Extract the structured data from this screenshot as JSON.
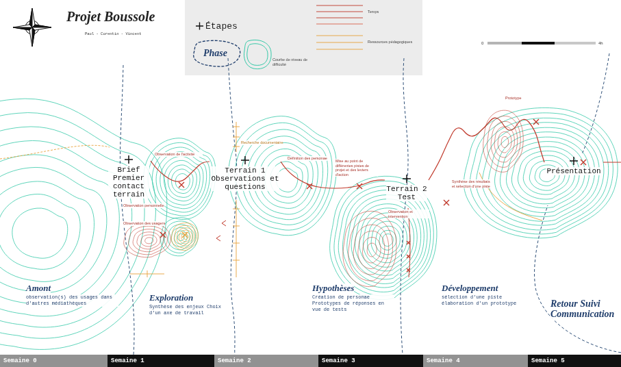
{
  "diagram": {
    "title": "Projet Boussole",
    "nodes": [
      {
        "text": [
          "Brief Premier contact terrain"
        ]
      },
      {
        "text": [
          "Terrain 1 Observations et questions"
        ]
      },
      {
        "text": [
          "Terrain 2 Test"
        ]
      },
      {
        "text": [
          "Présentation"
        ]
      }
    ],
    "edges": [
      {
        "from": 0,
        "to": 1,
        "arrow": "none"
      },
      {
        "from": 1,
        "to": 2,
        "arrow": "none"
      },
      {
        "from": 2,
        "to": 3,
        "arrow": "none"
      }
    ],
    "labels": [
      "Paul - Corentin - Vincent",
      "0",
      "4h",
      "Amont",
      "observation(s) des usages dans d'autres médiathèques",
      "Exploration",
      "Synthèse des enjeux Choix d'un axe de travail",
      "Hypothèses",
      "Création de personae Prototypes de réponses en vue de tests",
      "Développement",
      "sélection d'une piste élaboration d'un prototype",
      "Retour Suivi Communication",
      "Observation de l'activité",
      "Observation personnelle",
      "Observation des usagers",
      "Recherche documentaire",
      "Définition des personae",
      "Mise au point de différentes pistes de projet et des leviers d'action",
      "Observation et intervention",
      "Synthèse des résultats et sélection d'une piste",
      "Prototype",
      "Semaine 0",
      "Semaine 1",
      "Semaine 2",
      "Semaine 3",
      "Semaine 4",
      "Semaine 5"
    ],
    "legend": [
      {
        "text": "Étapes"
      },
      {
        "text": "Phase"
      },
      {
        "text": "Courbe de niveau de difficulté"
      },
      {
        "text": "Temps"
      },
      {
        "text": "Ressources pédagogiques"
      }
    ]
  }
}
